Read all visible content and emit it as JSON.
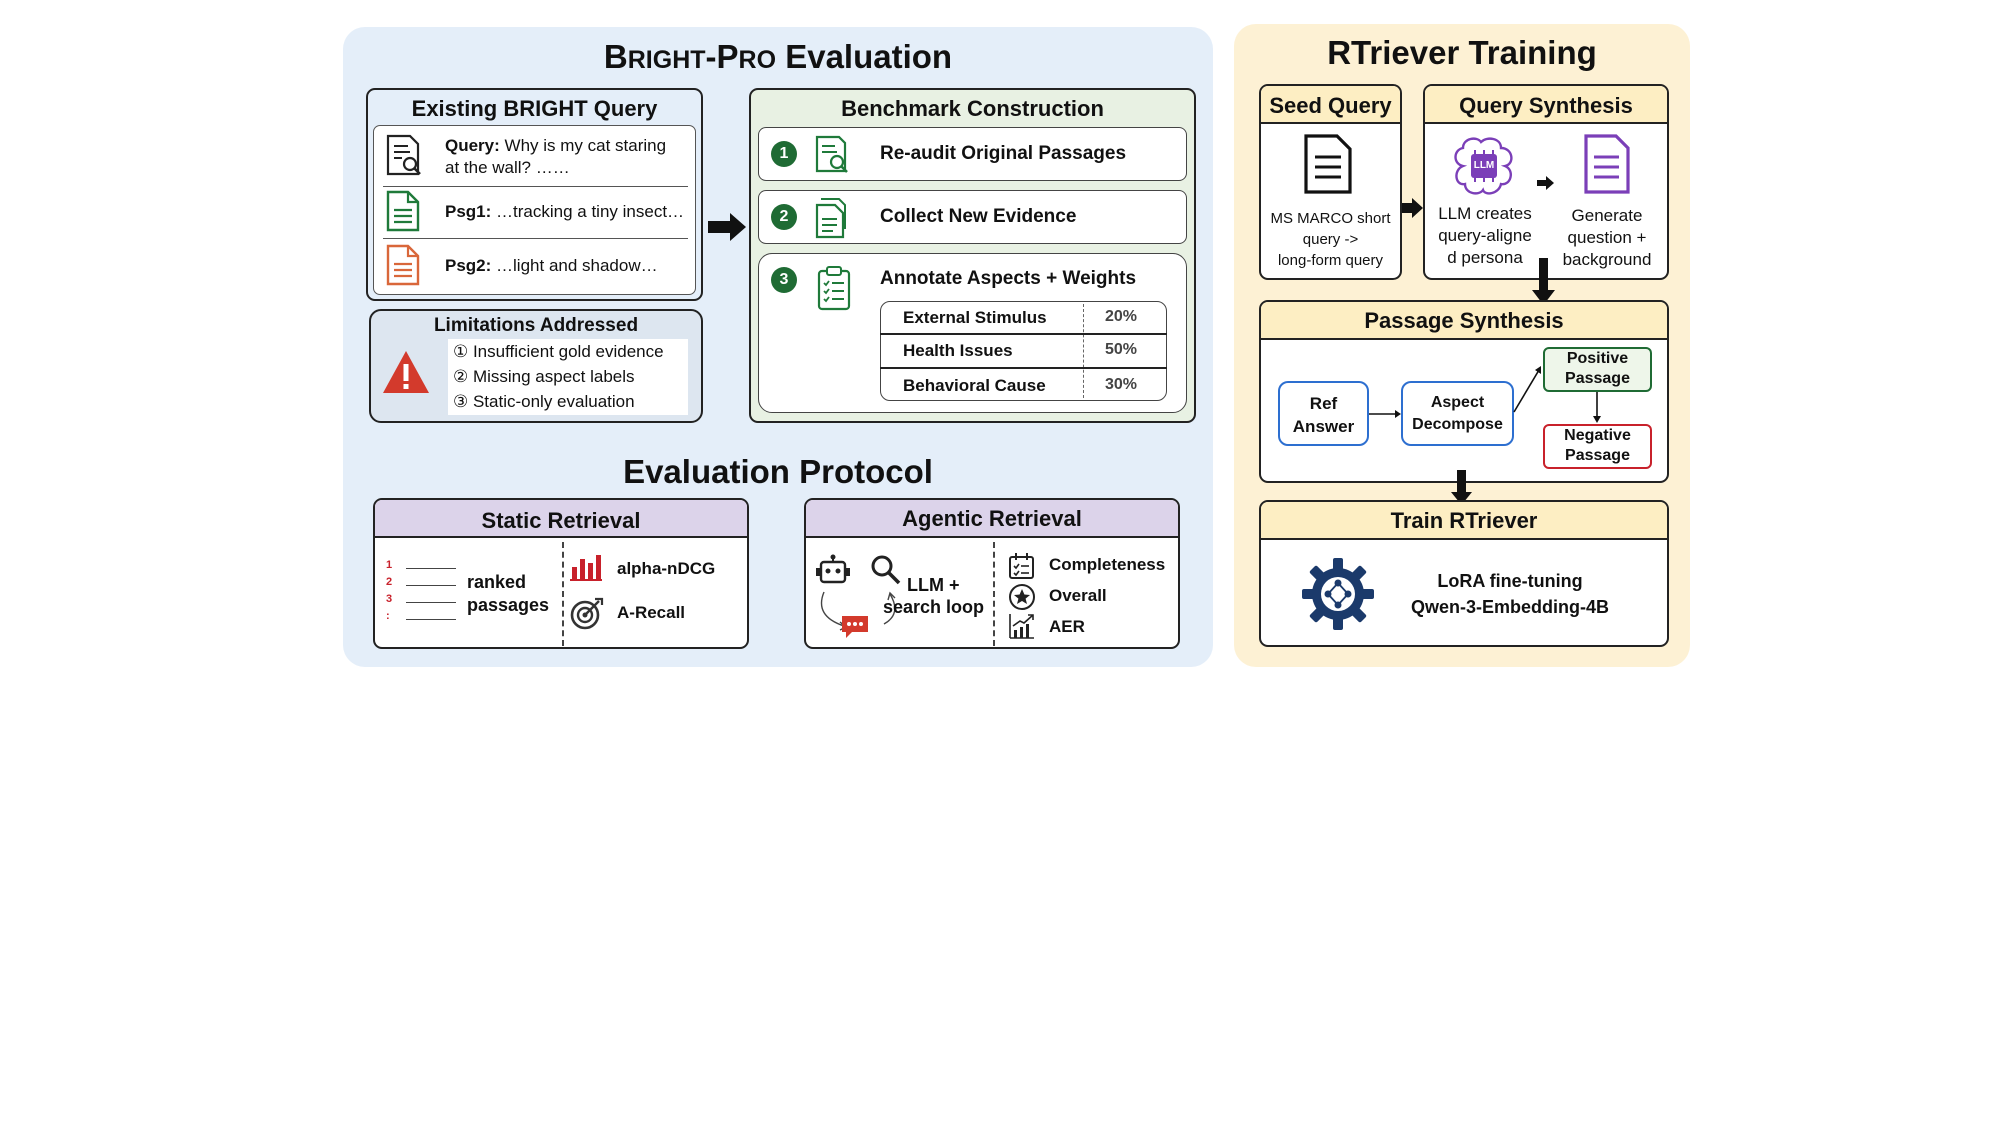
{
  "left": {
    "title_prefix_big": "B",
    "title_prefix_small": "RIGHT",
    "title_dash": "-",
    "title_pro_big": "P",
    "title_pro_small": "RO",
    "title_rest": " Evaluation",
    "existing": {
      "header": "Existing BRIGHT Query",
      "query_label": "Query:",
      "query_text_1": "Why is my cat staring",
      "query_text_2": "at the wall? ……",
      "psg1_label": "Psg1:",
      "psg1_text": "…tracking a tiny insect…",
      "psg2_label": "Psg2:",
      "psg2_text": "…light and shadow…"
    },
    "limitations": {
      "header": "Limitations Addressed",
      "items": [
        "① Insufficient gold evidence",
        "② Missing aspect labels",
        "③ Static-only evaluation"
      ]
    },
    "benchmark": {
      "header": "Benchmark Construction",
      "steps": [
        {
          "num": "1",
          "label": "Re-audit Original Passages"
        },
        {
          "num": "2",
          "label": "Collect New Evidence"
        },
        {
          "num": "3",
          "label": "Annotate Aspects + Weights"
        }
      ],
      "aspects": [
        {
          "name": "External Stimulus",
          "weight": "20%"
        },
        {
          "name": "Health Issues",
          "weight": "50%"
        },
        {
          "name": "Behavioral Cause",
          "weight": "30%"
        }
      ]
    },
    "protocol": {
      "title": "Evaluation Protocol",
      "static": {
        "header": "Static Retrieval",
        "rank_nums": [
          "1",
          "2",
          "3",
          ":"
        ],
        "ranked_1": "ranked",
        "ranked_2": "passages",
        "metric_1": "alpha-nDCG",
        "metric_2": "A-Recall"
      },
      "agentic": {
        "header": "Agentic Retrieval",
        "loop_1": "LLM +",
        "loop_2": "search loop",
        "metrics": [
          "Completeness",
          "Overall",
          "AER"
        ]
      }
    }
  },
  "right": {
    "title": "RTriever Training",
    "seed": {
      "header": "Seed Query",
      "text_1": "MS MARCO short",
      "text_2": "query ->",
      "text_3": "long-form query"
    },
    "synth": {
      "header": "Query Synthesis",
      "chip": "LLM",
      "left_1": "LLM creates",
      "left_2": "query-aligne",
      "left_3": "d persona",
      "right_1": "Generate",
      "right_2": "question +",
      "right_3": "background"
    },
    "passage": {
      "header": "Passage Synthesis",
      "ref_1": "Ref",
      "ref_2": "Answer",
      "asp_1": "Aspect",
      "asp_2": "Decompose",
      "pos_1": "Positive",
      "pos_2": "Passage",
      "neg_1": "Negative",
      "neg_2": "Passage"
    },
    "train": {
      "header": "Train RTriever",
      "text_1": "LoRA fine-tuning",
      "text_2": "Qwen-3-Embedding-4B"
    }
  },
  "colors": {
    "left_bg": "#e4eef9",
    "right_bg": "#fdf1d4",
    "green": "#1f6b34",
    "green_bg": "#e8f1e3",
    "purple_hdr": "#dcd3ea",
    "yellow_hdr": "#fdeec3",
    "blue_box": "#2d6fd0",
    "red_box": "#c8212b",
    "orange": "#d9673a",
    "purple_icon": "#7b3fb8",
    "red_icon": "#d33a2c"
  }
}
